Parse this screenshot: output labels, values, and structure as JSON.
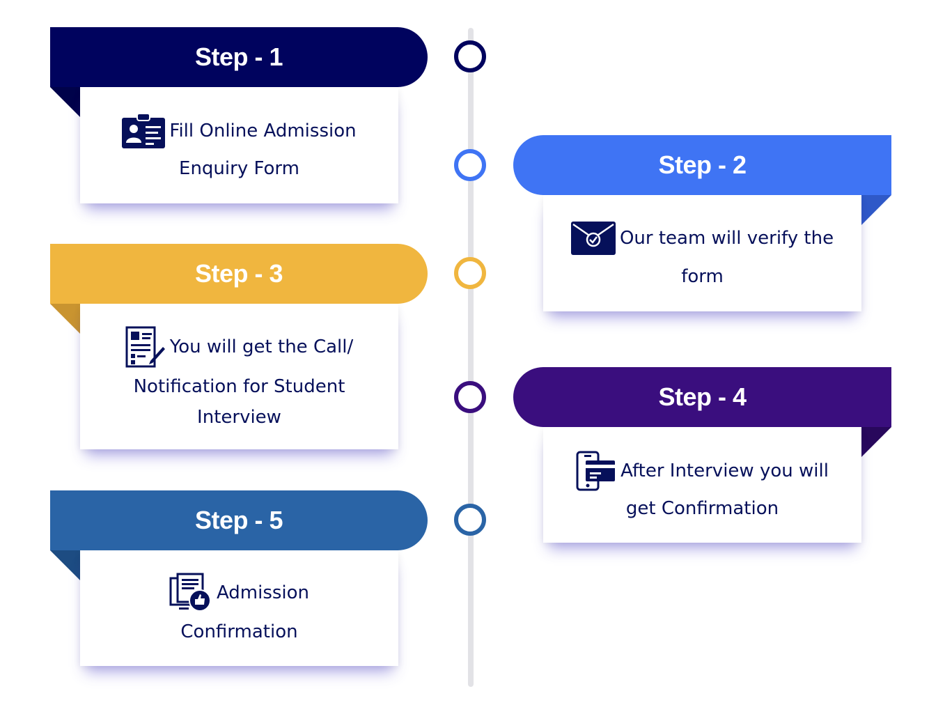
{
  "steps": [
    {
      "label": "Step - 1",
      "color": "#00035e",
      "fold_color": "#00024a",
      "icon": "id-card-icon",
      "lines": [
        "Fill Online Admission",
        "Enquiry Form"
      ]
    },
    {
      "label": "Step - 2",
      "color": "#3f74f4",
      "fold_color": "#2f59c8",
      "icon": "envelope-check-icon",
      "lines": [
        "Our team will verify the",
        "form"
      ]
    },
    {
      "label": "Step - 3",
      "color": "#f0b63f",
      "fold_color": "#c99430",
      "icon": "document-pen-icon",
      "lines": [
        "You will get the Call/",
        "Notification for Student",
        "Interview"
      ]
    },
    {
      "label": "Step - 4",
      "color": "#3a0e7e",
      "fold_color": "#28085c",
      "icon": "mobile-card-icon",
      "lines": [
        "After Interview you will",
        "get Confirmation"
      ]
    },
    {
      "label": "Step - 5",
      "color": "#2a64a6",
      "fold_color": "#1d4c82",
      "icon": "thumbs-up-document-icon",
      "lines": [
        "Admission",
        "Confirmation"
      ]
    }
  ],
  "timeline": {
    "line_color": "#e2e2e6",
    "text_color": "#06105a"
  }
}
